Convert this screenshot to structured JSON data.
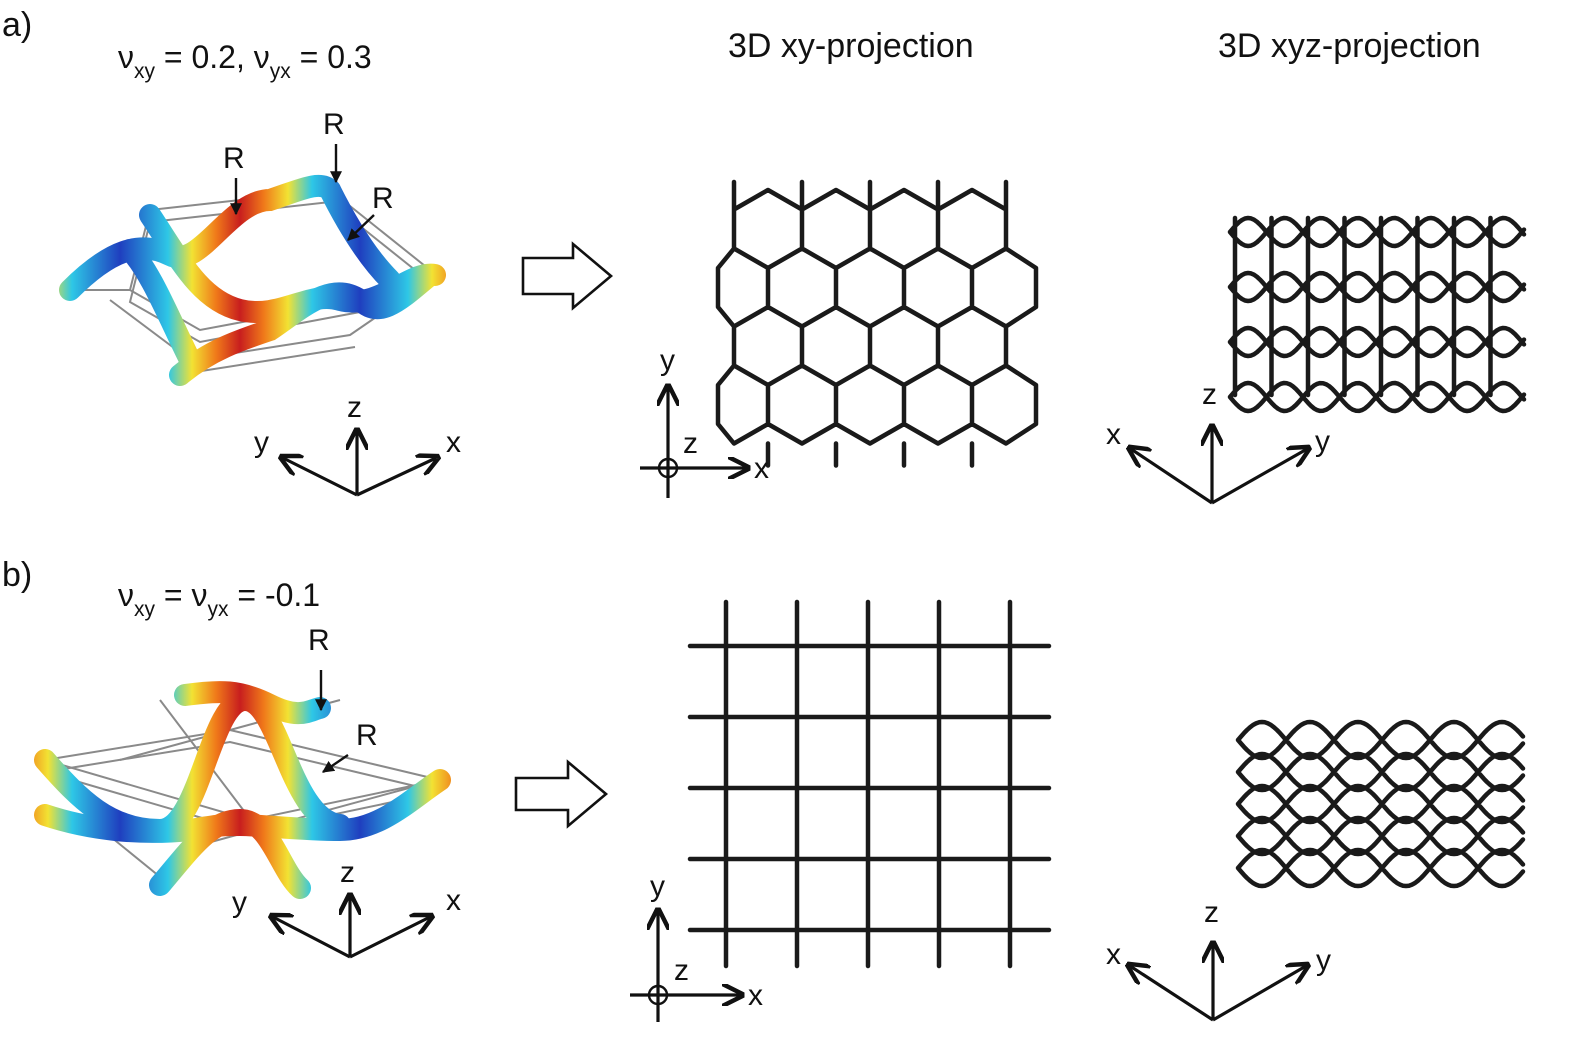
{
  "panels": {
    "a": {
      "label": "a)",
      "poisson_parts": [
        "ν",
        "xy",
        " = 0.2, ν",
        "yx",
        " = 0.3"
      ],
      "r_markers": [
        "R",
        "R",
        "R"
      ],
      "axes_3d": {
        "x": "x",
        "y": "y",
        "z": "z"
      },
      "xy_axes": {
        "x": "x",
        "y": "y",
        "z": "z"
      },
      "xyz_axes": {
        "x": "x",
        "y": "y",
        "z": "z"
      }
    },
    "b": {
      "label": "b)",
      "poisson_parts": [
        "ν",
        "xy",
        " = ν",
        "yx",
        " = -0.1"
      ],
      "r_markers": [
        "R",
        "R"
      ],
      "axes_3d": {
        "x": "x",
        "y": "y",
        "z": "z"
      },
      "xy_axes": {
        "x": "x",
        "y": "y",
        "z": "z"
      },
      "xyz_axes": {
        "x": "x",
        "y": "y",
        "z": "z"
      }
    }
  },
  "headers": {
    "xy_projection": "3D xy-projection",
    "xyz_projection": "3D xyz-projection"
  },
  "colors": {
    "line": "#1a1a1a",
    "tube_gradient": [
      "#1f3fbf",
      "#2ec7e6",
      "#f2e233",
      "#f07a1a",
      "#c81e1e"
    ]
  },
  "icons": {
    "transform_arrow": "hollow-right-arrow-icon",
    "origin_marker": "circle-cross-icon"
  }
}
